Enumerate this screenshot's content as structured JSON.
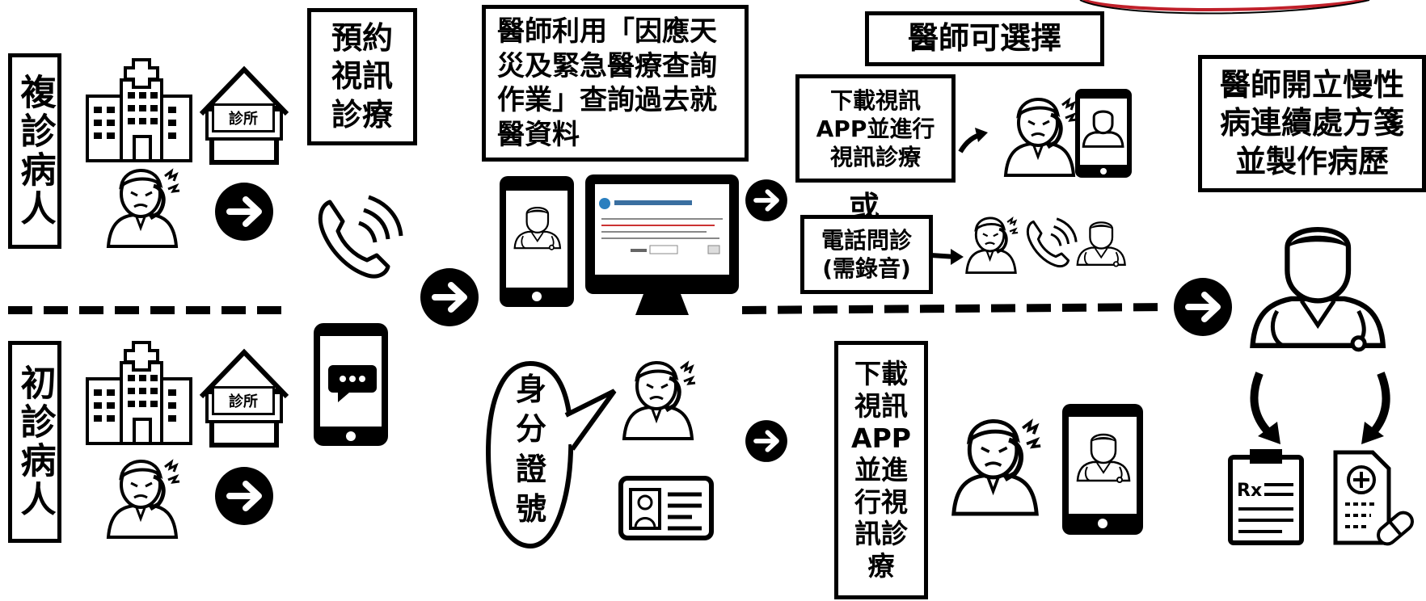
{
  "rows": {
    "return_patient": "複診病人",
    "new_patient": "初診病人"
  },
  "clinic_sign": "診所",
  "booking_box": "預約\n視訊\n診療",
  "query_box": "醫師利用「因應天\n災及緊急醫療查詢\n作業」查詢過去就\n醫資料",
  "choose_box": "醫師可選擇",
  "video_option": "下載視訊\nAPP並進行\n視訊診療",
  "or_label": "或",
  "phone_option": "電話問診\n(需錄音)",
  "prescription_box": "醫師開立慢性\n病連續處方箋\n並製作病歷",
  "speech_bubble": "身\n分\n證\n號",
  "new_video_box": "下載\n視訊\nAPP\n並進\n行視\n訊診\n療",
  "icons": [
    "hospital-icon",
    "clinic-icon",
    "patient-icon",
    "arrow-circle-icon",
    "phone-call-icon",
    "chat-phone-icon",
    "doctor-tablet-icon",
    "monitor-icon",
    "id-card-icon",
    "doctor-icon",
    "prescription-icon",
    "medical-report-icon"
  ]
}
